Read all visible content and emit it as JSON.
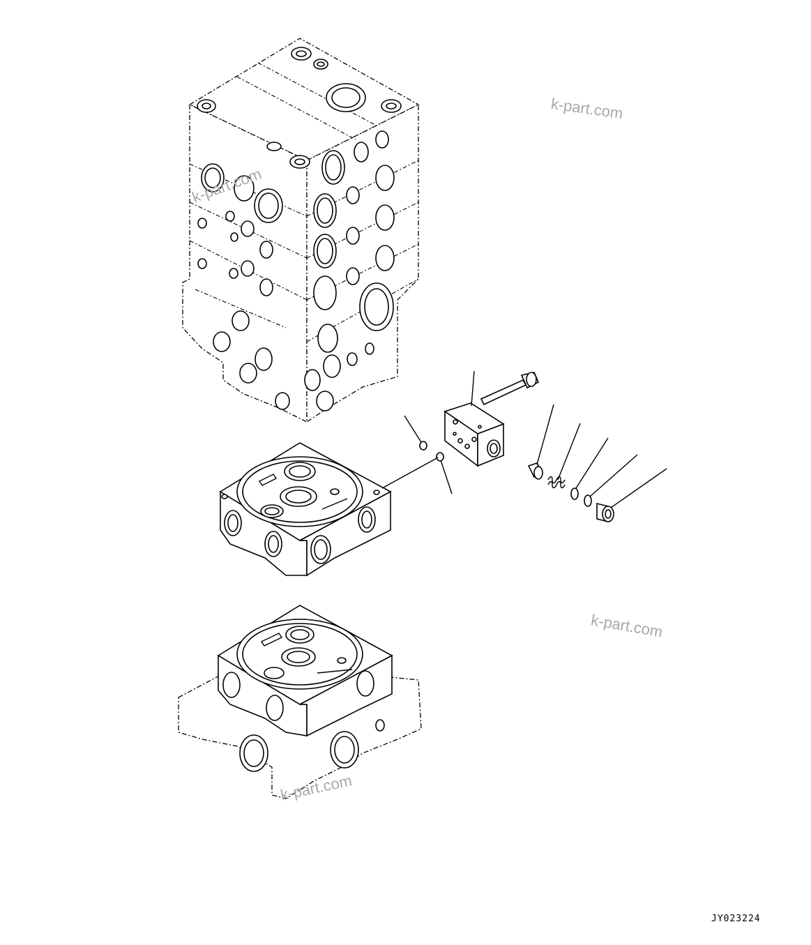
{
  "diagram": {
    "watermarks": [
      "k-part.com",
      "k-part.com",
      "k-part.com",
      "k-part.com"
    ],
    "drawing_code": "JY023224"
  }
}
